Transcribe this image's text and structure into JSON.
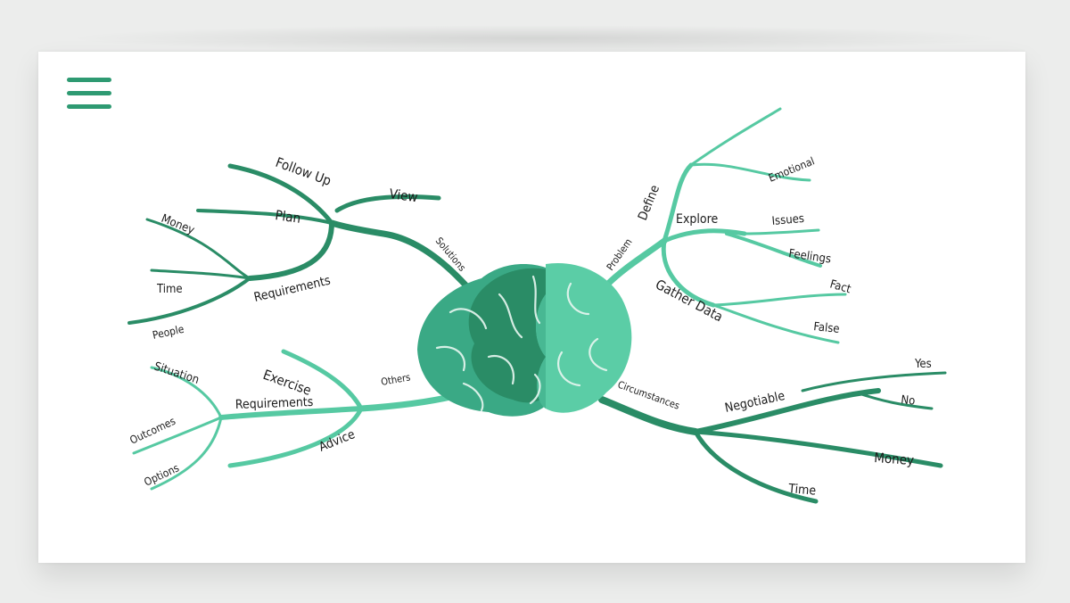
{
  "menu": {
    "icon": "hamburger-menu-icon"
  },
  "colors": {
    "dark_green": "#2a8c66",
    "light_green": "#56c9a2",
    "menu_green": "#2e9a72",
    "background": "#ecedec",
    "card": "#ffffff"
  },
  "center": {
    "icon": "brain-icon"
  },
  "labels": {
    "follow_up": "Follow Up",
    "view": "View",
    "plan": "Plan",
    "solutions": "Solutions",
    "money_left": "Money",
    "time_left": "Time",
    "requirements_top": "Requirements",
    "people": "People",
    "situation": "Situation",
    "exercise": "Exercise",
    "requirements_bottom": "Requirements",
    "others": "Others",
    "outcomes": "Outcomes",
    "advice": "Advice",
    "options": "Options",
    "define": "Define",
    "problem": "Problem",
    "emotional": "Emotional",
    "explore": "Explore",
    "issues": "Issues",
    "feelings": "Feelings",
    "gather_data": "Gather Data",
    "fact": "Fact",
    "false": "False",
    "circumstances": "Circumstances",
    "negotiable": "Negotiable",
    "yes": "Yes",
    "no": "No",
    "money_right": "Money",
    "time_right": "Time"
  }
}
